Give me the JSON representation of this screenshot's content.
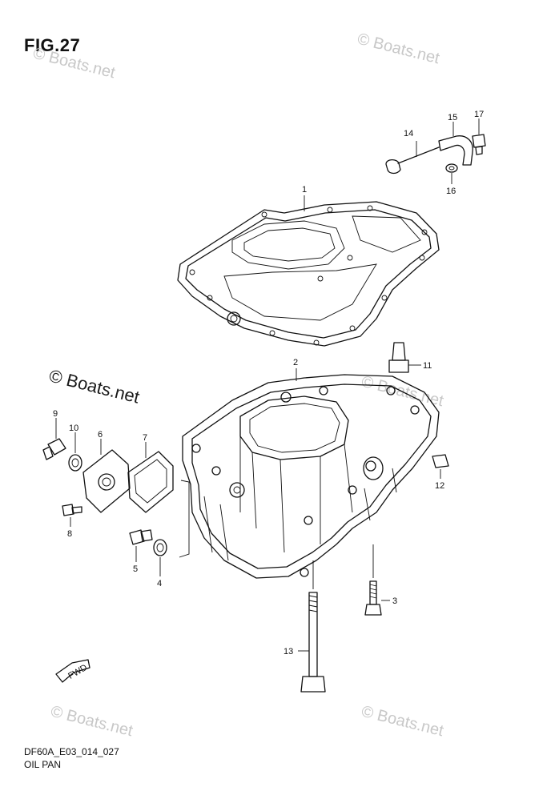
{
  "figure": {
    "title": "FIG.27",
    "code": "DF60A_E03_014_027",
    "name": "OIL PAN"
  },
  "watermarks": [
    "© Boats.net",
    "© Boats.net",
    "© Boats.net",
    "© Boats.net",
    "© Boats.net",
    "© Boats.net"
  ],
  "callouts": [
    "1",
    "2",
    "3",
    "4",
    "5",
    "6",
    "7",
    "8",
    "9",
    "10",
    "11",
    "12",
    "13",
    "14",
    "15",
    "16",
    "17"
  ],
  "fwd_label": "FWD"
}
